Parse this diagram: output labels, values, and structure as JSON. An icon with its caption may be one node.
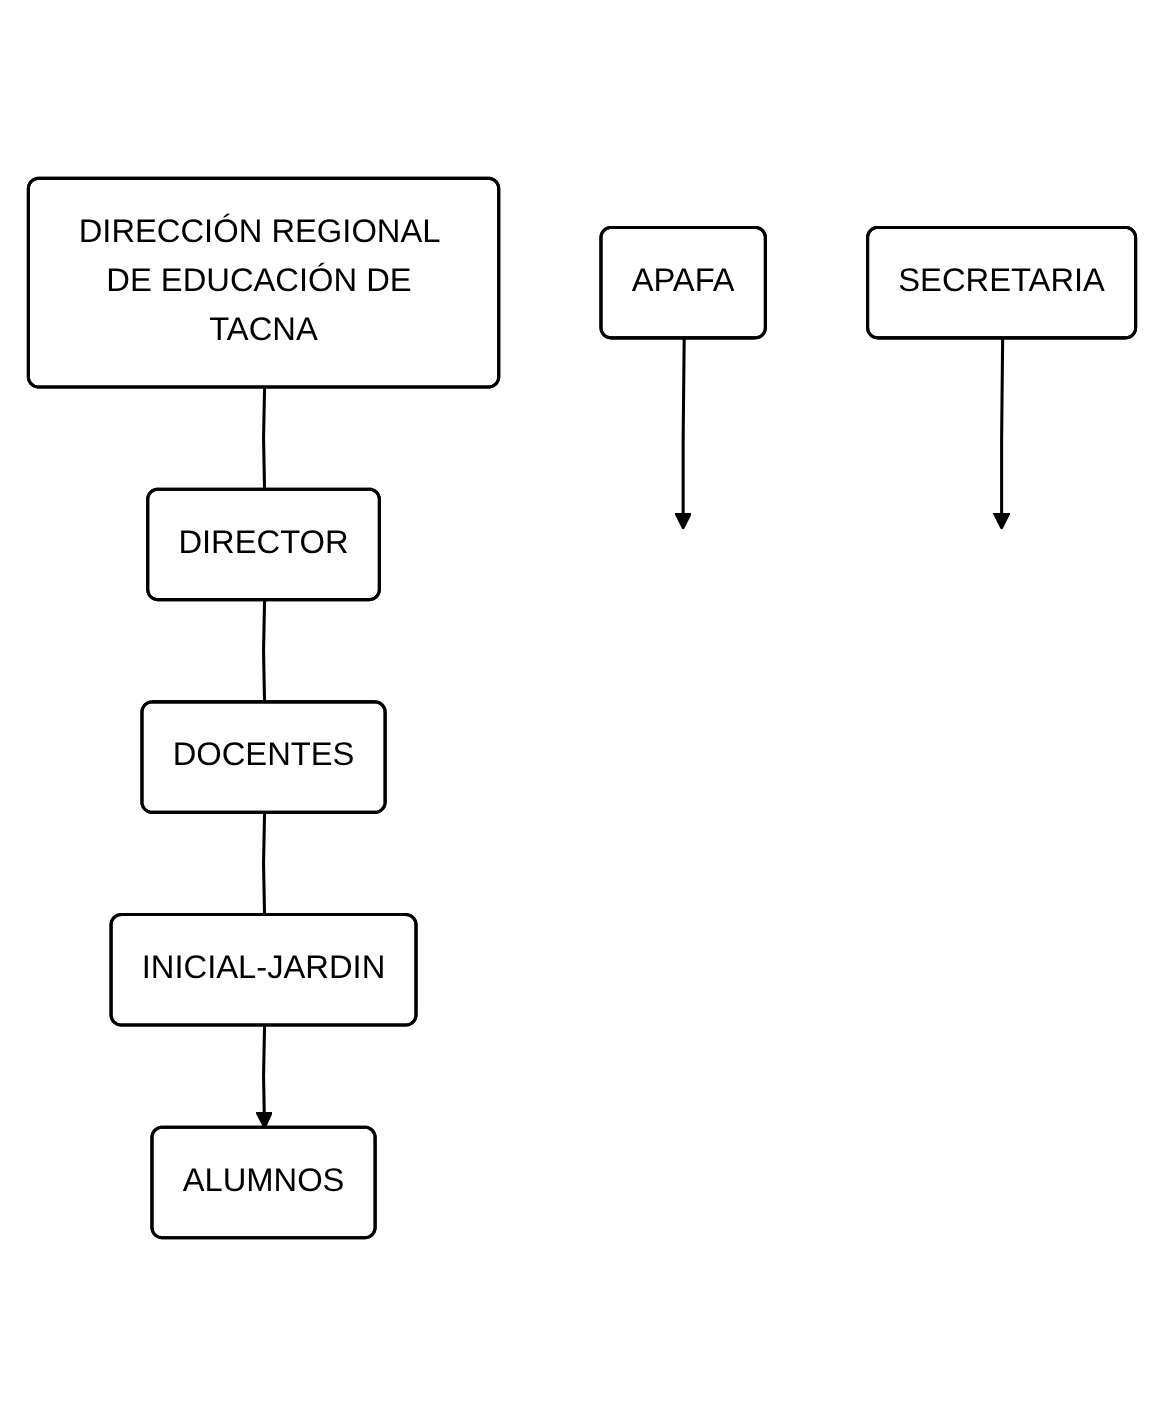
{
  "diagram": {
    "nodes": [
      {
        "text": [
          "DIRECCIÓN REGIONAL DE EDUCACIÓN DE TACNA"
        ]
      },
      {
        "text": [
          "DIRECTOR"
        ]
      },
      {
        "text": [
          "APAFA"
        ]
      },
      {
        "text": [
          "SECRETARIA"
        ]
      },
      {
        "text": [
          "DOCENTES"
        ]
      },
      {
        "text": [
          "INICIAL-JARDIN"
        ]
      },
      {
        "text": [
          "ALUMNOS"
        ]
      }
    ],
    "edges": [
      {
        "from": 0,
        "to": 1,
        "arrow": "none"
      },
      {
        "from": 1,
        "to": 4,
        "arrow": "none"
      },
      {
        "from": 2,
        "to": null,
        "arrow": "to"
      },
      {
        "from": 3,
        "to": null,
        "arrow": "to"
      },
      {
        "from": 4,
        "to": 5,
        "arrow": "none"
      },
      {
        "from": 5,
        "to": 6,
        "arrow": "to"
      }
    ]
  }
}
